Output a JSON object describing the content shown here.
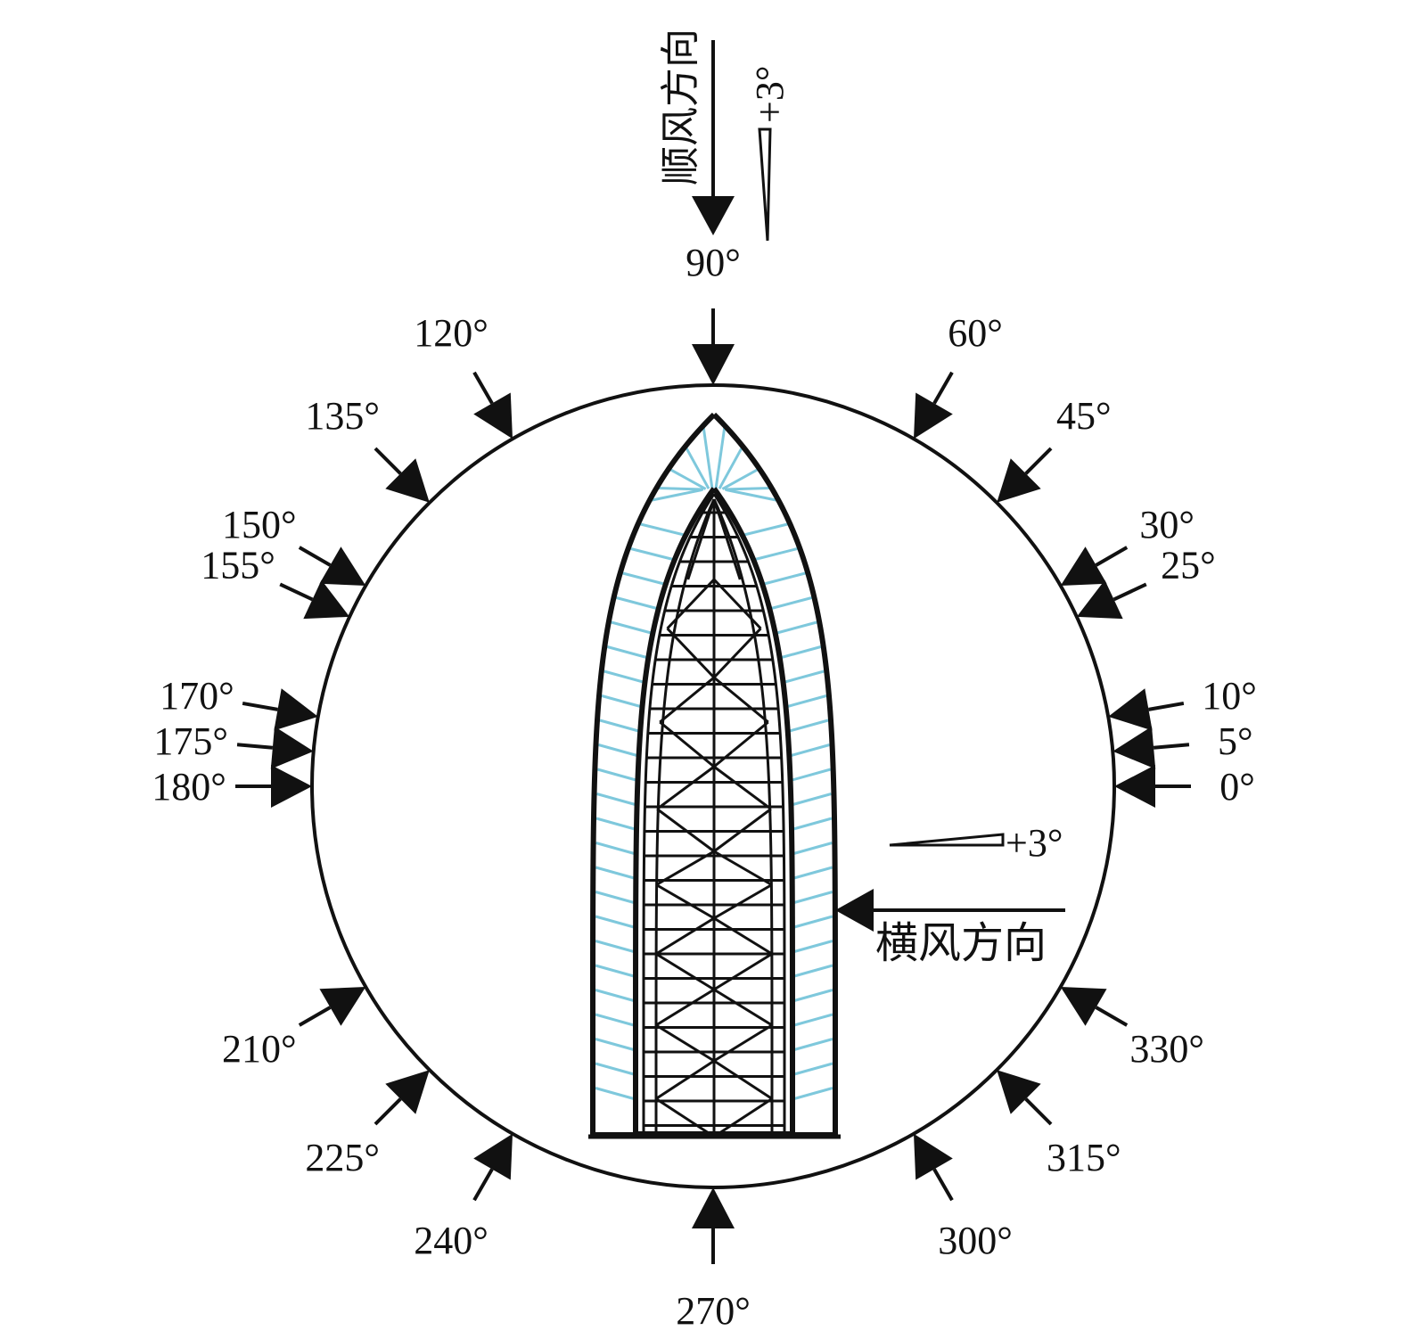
{
  "title_downwind": "顺风方向",
  "title_crosswind": "横风方向",
  "tilt_top": "+3°",
  "tilt_right": "+3°",
  "wind_angles": [
    {
      "deg": 0,
      "label": "0°"
    },
    {
      "deg": 5,
      "label": "5°"
    },
    {
      "deg": 10,
      "label": "10°"
    },
    {
      "deg": 25,
      "label": "25°"
    },
    {
      "deg": 30,
      "label": "30°"
    },
    {
      "deg": 45,
      "label": "45°"
    },
    {
      "deg": 60,
      "label": "60°"
    },
    {
      "deg": 90,
      "label": "90°"
    },
    {
      "deg": 120,
      "label": "120°"
    },
    {
      "deg": 135,
      "label": "135°"
    },
    {
      "deg": 150,
      "label": "150°"
    },
    {
      "deg": 155,
      "label": "155°"
    },
    {
      "deg": 170,
      "label": "170°"
    },
    {
      "deg": 175,
      "label": "175°"
    },
    {
      "deg": 180,
      "label": "180°"
    },
    {
      "deg": 210,
      "label": "210°"
    },
    {
      "deg": 225,
      "label": "225°"
    },
    {
      "deg": 240,
      "label": "240°"
    },
    {
      "deg": 270,
      "label": "270°"
    },
    {
      "deg": 300,
      "label": "300°"
    },
    {
      "deg": 315,
      "label": "315°"
    },
    {
      "deg": 330,
      "label": "330°"
    }
  ],
  "colors": {
    "line": "#111111",
    "cable": "#7ec8dc"
  }
}
